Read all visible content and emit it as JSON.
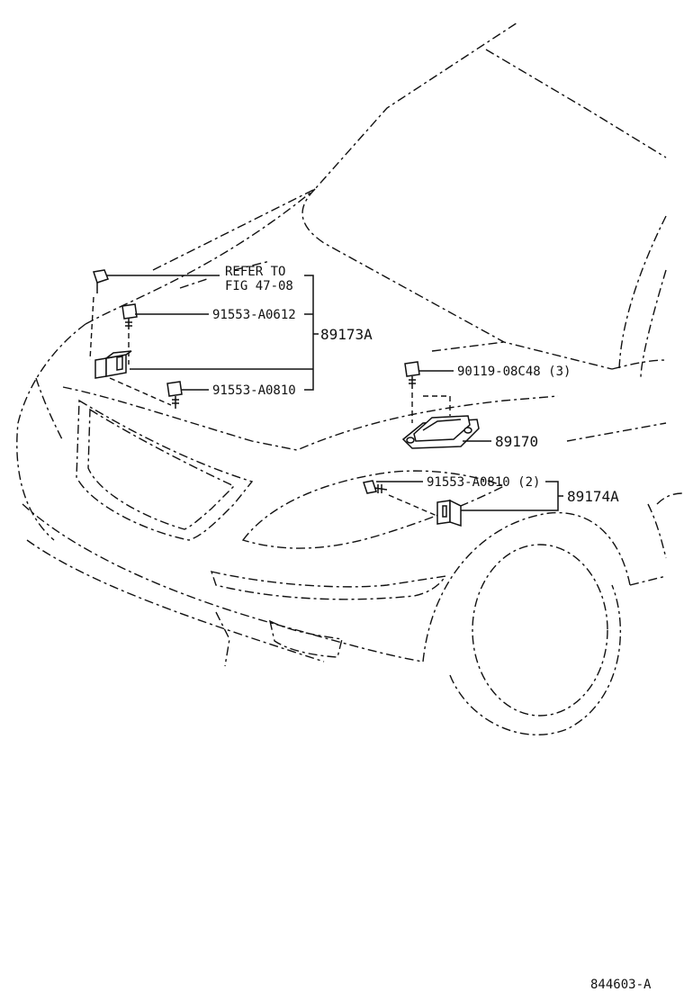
{
  "labels": {
    "refer_line1": "REFER TO",
    "refer_line2": "FIG 47-08",
    "bolt_a0612": "91553-A0612",
    "group_89173a": "89173A",
    "bolt_a0810": "91553-A0810",
    "bolt_90119": "90119-08C48 (3)",
    "unit_89170": "89170",
    "bolt_a0810_2": "91553-A0810 (2)",
    "group_89174a": "89174A",
    "drawing_number": "844603-A"
  }
}
